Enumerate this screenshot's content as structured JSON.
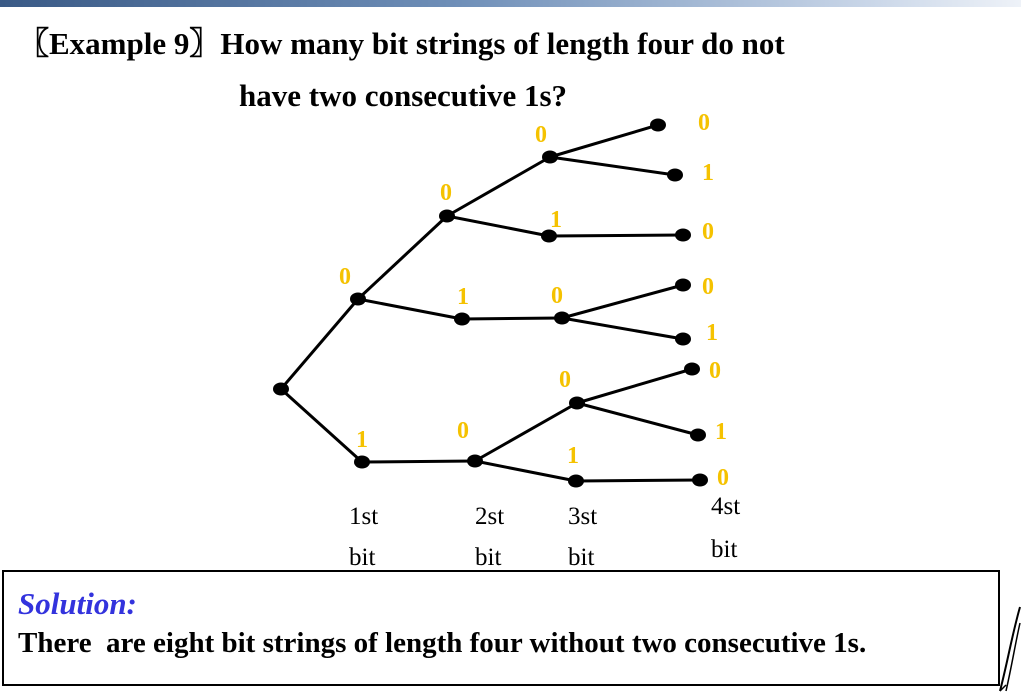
{
  "title": {
    "line1": "〖Example 9〗How many bit strings of length four do not",
    "line2": "have two consecutive 1s?"
  },
  "tree": {
    "edge_labels": {
      "root_upper": "0",
      "root_lower": "1",
      "n0_upper": "0",
      "n0_lower": "1",
      "n00_upper": "0",
      "n00_lower": "1",
      "n01_next": "0",
      "n1_next": "0",
      "n10_upper": "0",
      "n10_lower": "1",
      "n000_upper": "0",
      "n000_lower": "1",
      "n001_next": "0",
      "n010_upper": "0",
      "n010_lower": "1",
      "n100_upper": "0",
      "n100_lower": "1",
      "n101_next": "0"
    }
  },
  "bit_labels": {
    "first": {
      "line1": "1st",
      "line2": "bit"
    },
    "second": {
      "line1": "2st",
      "line2": "bit"
    },
    "third": {
      "line1": "3st",
      "line2": "bit"
    },
    "fourth": {
      "line1": "4st",
      "line2": "bit"
    }
  },
  "solution": {
    "heading": "Solution:",
    "text": "There  are eight bit strings of length four without two consecutive 1s."
  },
  "colors": {
    "label_yellow": "#f5c200",
    "solution_blue": "#3333dd",
    "tree_black": "#000000"
  }
}
